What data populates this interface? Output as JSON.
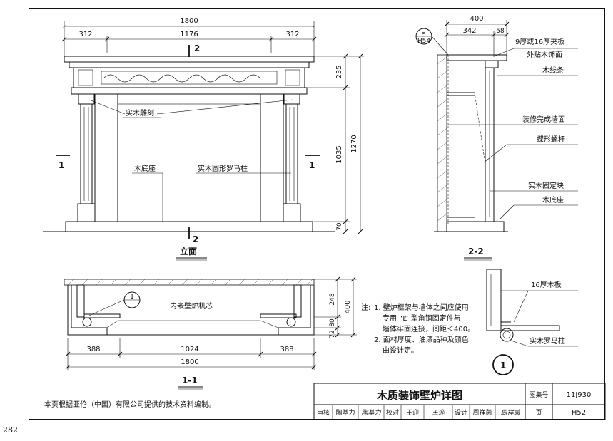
{
  "page_number": "282",
  "elevation": {
    "title": "立面",
    "dim_total": "1800",
    "dim_left": "312",
    "dim_mid": "1176",
    "dim_right": "312",
    "dim_v_top": "235",
    "dim_v_mid": "1035",
    "dim_v_total": "1270",
    "dim_v_base": "70",
    "section_mark_top": "2",
    "section_mark_bottom": "2",
    "section_mark_left": "1",
    "section_mark_right": "1",
    "label_carving": "实木雕刻",
    "label_base": "木底座",
    "label_column": "实木圆形罗马柱"
  },
  "section22": {
    "title": "2-2",
    "detail_ref_top": "a",
    "detail_ref_bottom": "H54",
    "dim_total": "400",
    "dim_a": "342",
    "dim_b": "58",
    "labels": [
      "9厚或16厚夹板",
      "外贴木饰面",
      "木线条",
      "装修完成墙面",
      "蝶形螺杆",
      "实木固定块",
      "木底座"
    ]
  },
  "section11": {
    "title": "1-1",
    "center_label": "内嵌壁炉机芯",
    "dim_left": "388",
    "dim_mid": "1024",
    "dim_right": "388",
    "dim_total": "1800",
    "dim_v_a": "248",
    "dim_v_b": "80",
    "dim_v_c": "72",
    "dim_v_total": "400",
    "detail_mark": "1"
  },
  "notes": {
    "prefix": "注:",
    "item1_line1": "1. 壁炉框架与墙体之间应使用",
    "item1_line2": "专用 “L” 型角钢固定件与",
    "item1_line3": "墙体牢固连接，间距＜400。",
    "item2_line1": "2. 面材厚度、油漆品种及颜色",
    "item2_line2": "由设计定。"
  },
  "detail1": {
    "mark": "1",
    "label_board": "16厚木板",
    "label_column": "实木罗马柱"
  },
  "source_note": "本页根据亚伦（中国）有限公司提供的技术资料编制。",
  "title_block": {
    "title": "木质装饰壁炉详图",
    "atlas_label": "图集号",
    "atlas_no": "11J930",
    "review_label": "审核",
    "reviewer": "陶基力",
    "reviewer_sig": "陶基力",
    "check_label": "校对",
    "checker": "王迎",
    "checker_sig": "王迎",
    "design_label": "设计",
    "designer": "周祥茵",
    "designer_sig": "周祥茵",
    "page_label": "页",
    "page_no": "H52"
  }
}
